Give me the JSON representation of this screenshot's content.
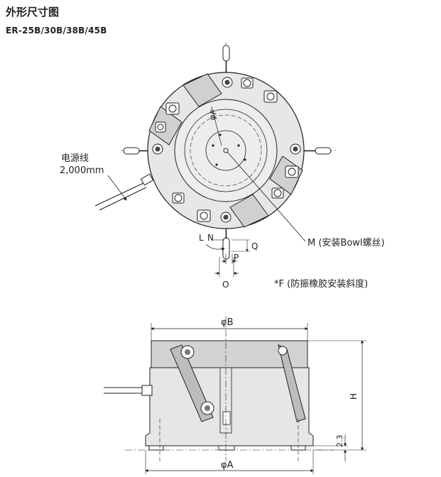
{
  "page": {
    "title": "外形尺寸图",
    "models": "ER-25B/30B/38B/45B"
  },
  "top_view": {
    "cable_label_line1": "电源线",
    "cable_label_line2": "2,000mm",
    "label_phiF": "φF",
    "label_M": "M (安装Bowl螺丝)",
    "label_L": "L",
    "label_N": "N",
    "label_Q": "Q",
    "label_P": "P",
    "label_O": "O",
    "note_F": "*F (防振橡胶安装斜度)"
  },
  "side_view": {
    "label_phiB": "φB",
    "label_phiA": "φA",
    "label_H": "H",
    "label_2_3": "2.3"
  },
  "colors": {
    "line": "#231f20",
    "body_fill": "#e6e6e6",
    "top_fill": "#d4d4d4",
    "dark_fill": "#555555"
  }
}
